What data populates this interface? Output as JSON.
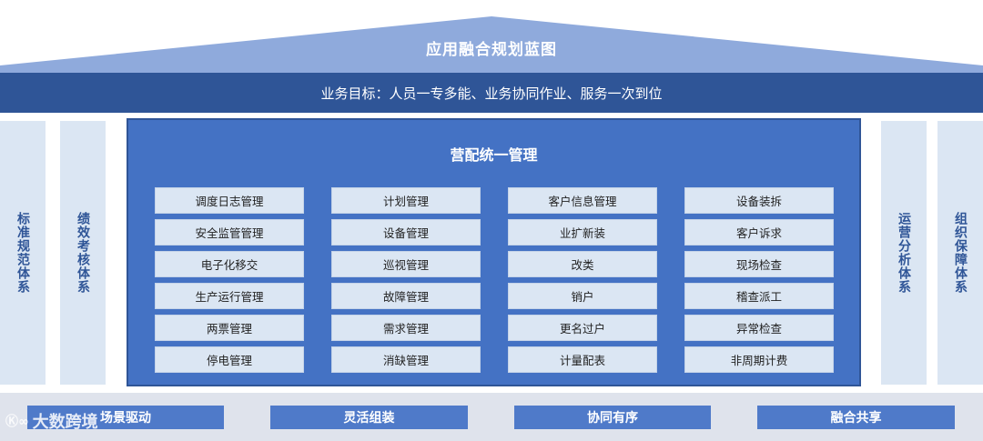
{
  "roof": {
    "title": "应用融合规划蓝图"
  },
  "goal": {
    "text": "业务目标：人员一专多能、业务协同作业、服务一次到位"
  },
  "pillars": {
    "left": [
      "标准规范体系",
      "绩效考核体系"
    ],
    "right": [
      "运营分析体系",
      "组织保障体系"
    ]
  },
  "core": {
    "title": "营配统一管理",
    "columns": [
      [
        "调度日志管理",
        "安全监管管理",
        "电子化移交",
        "生产运行管理",
        "两票管理",
        "停电管理"
      ],
      [
        "计划管理",
        "设备管理",
        "巡视管理",
        "故障管理",
        "需求管理",
        "消缺管理"
      ],
      [
        "客户信息管理",
        "业扩新装",
        "改类",
        "销户",
        "更名过户",
        "计量配表"
      ],
      [
        "设备装拆",
        "客户诉求",
        "现场检查",
        "稽查派工",
        "异常检查",
        "非周期计费"
      ]
    ]
  },
  "foundation": {
    "items": [
      "场景驱动",
      "灵活组装",
      "协同有序",
      "融合共享"
    ]
  },
  "watermark": {
    "text": "大数跨境",
    "logo": "Ⓚ∞"
  },
  "colors": {
    "dark_blue": "#2f5597",
    "mid_blue": "#4472c4",
    "light_blue": "#dbe6f3",
    "roof_blue": "#8faadc"
  }
}
